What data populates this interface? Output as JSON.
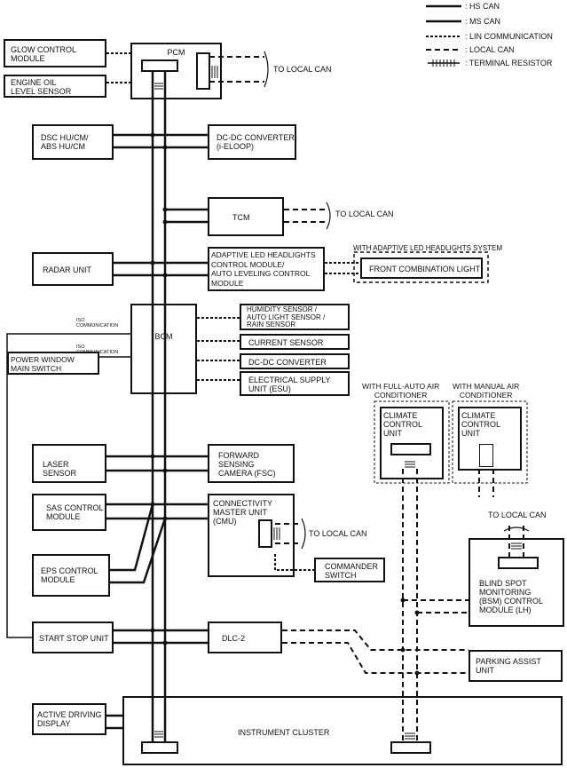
{
  "legend": {
    "hs_can": ": HS CAN",
    "ms_can": ": MS CAN",
    "lin": ": LIN COMMUNICATION",
    "local_can": ": LOCAL CAN",
    "terminal_resistor": ": TERMINAL RESISTOR"
  },
  "modules": {
    "glow_control": "GLOW CONTROL\nMODULE",
    "engine_oil": "ENGINE OIL\nLEVEL SENSOR",
    "pcm": "PCM",
    "dsc": "DSC HU/CM/\nABS  HU/CM",
    "dcdc_ieloop": "DC-DC CONVERTER\n(i-ELOOP)",
    "tcm": "TCM",
    "radar": "RADAR UNIT",
    "adaptive_headlights": "ADAPTIVE LED HEADLIGHTS\nCONTROL MODULE/\nAUTO LEVELING CONTROL\nMODULE",
    "front_combination": "FRONT COMBINATION LIGHT",
    "bcm": "BCM",
    "humidity": "HUMIDITY SENSOR /\nAUTO LIGHT SENSOR /\nRAIN SENSOR",
    "current_sensor": "CURRENT SENSOR",
    "dcdc": "DC-DC CONVERTER",
    "esu": "ELECTRICAL SUPPLY\nUNIT (ESU)",
    "power_window": "POWER WINDOW\nMAIN SWITCH",
    "laser": "LASER SENSOR",
    "fsc": "FORWARD\nSENSING\nCAMERA (FSC)",
    "sas": "SAS CONTROL\nMODULE",
    "cmu": "CONNECTIVITY\nMASTER UNIT\n(CMU)",
    "commander": "COMMANDER\nSWITCH",
    "eps": "EPS CONTROL\nMODULE",
    "start_stop": "START STOP UNIT",
    "dlc2": "DLC-2",
    "active_display": "ACTIVE DRIVING\nDISPLAY",
    "instrument_cluster": "INSTRUMENT CLUSTER",
    "climate_full": "CLIMATE\nCONTROL UNIT",
    "climate_manual": "CLIMATE\nCONTROL UNIT",
    "bsm": "BLIND SPOT\nMONITORING\n(BSM) CONTROL\nMODULE (LH)",
    "parking_assist": "PARKING ASSIST\nUNIT"
  },
  "annotations": {
    "to_local_can": "TO LOCAL CAN",
    "iso_communication": "ISO\nCOMMUNICATION",
    "with_adaptive": "WITH ADAPTIVE LED HEADLIGHTS SYSTEM",
    "with_full_auto": "WITH FULL-AUTO AIR\nCONDITIONER",
    "with_manual": "WITH MANUAL AIR\nCONDITIONER"
  }
}
